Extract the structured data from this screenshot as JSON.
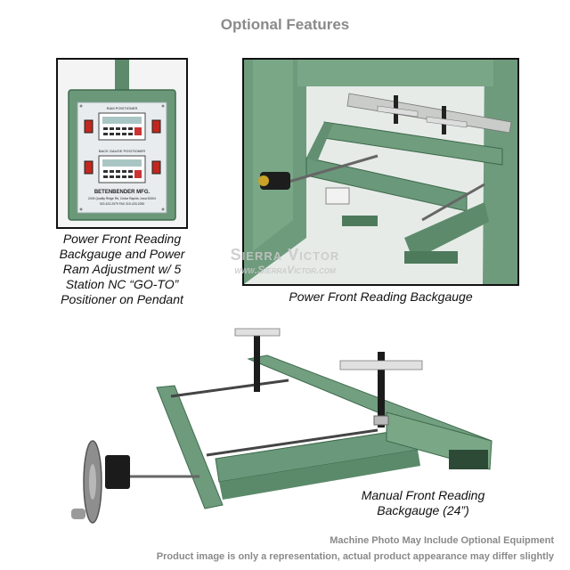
{
  "header": {
    "title": "Optional Features"
  },
  "panels": [
    {
      "caption_lines": [
        "Power Front Reading",
        "Backgauge and Power",
        "Ram Adjustment w/ 5",
        "Station NC “GO-TO”",
        "Positioner on Pendant"
      ],
      "controller": {
        "top_label": "RAM POSITIONER",
        "bottom_label": "BACK GAUGE POSITIONER",
        "brand": "BETENBENDER MFG.",
        "address": "2404 Quality Ridge Rd, Cedar Rapids, Iowa 52404",
        "phone": "319-423-2579  FAX 319-433-2250"
      }
    },
    {
      "caption": "Power Front Reading Backgauge"
    },
    {
      "caption_lines": [
        "Manual Front Reading",
        "Backgauge (24”)"
      ]
    }
  ],
  "watermark": {
    "line1": "Sierra Victor",
    "line2": "www.SierraVictor.com"
  },
  "footer": {
    "line1": "Machine Photo May Include Optional Equipment",
    "line2": "Product image is only a representation, actual product appearance may differ slightly"
  },
  "colors": {
    "machine_green": "#6c9a7a",
    "title_gray": "#8a8a8a"
  }
}
